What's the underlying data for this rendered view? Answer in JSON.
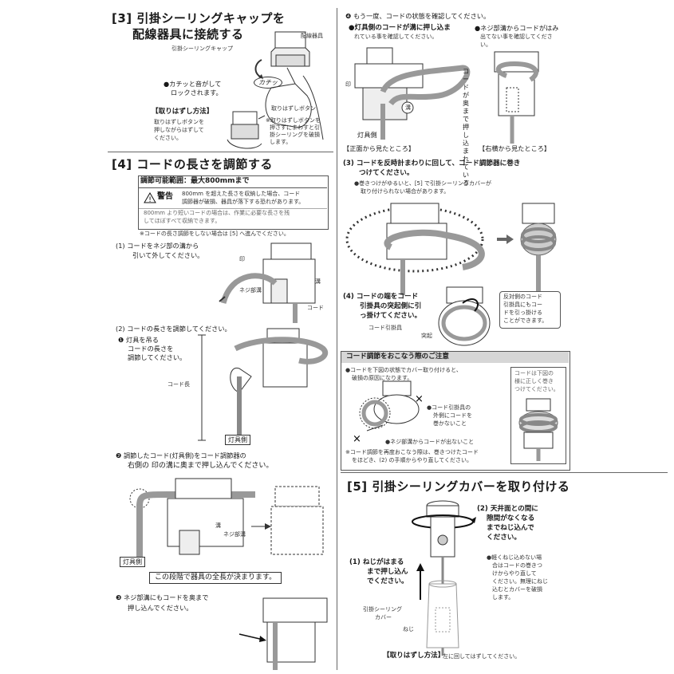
{
  "s3": {
    "title_line1": "[3] 引掛シーリングキャップを",
    "title_line2": "配線器具に接続する",
    "label_fixture": "配線器具",
    "label_cap": "引掛シーリングキャップ",
    "click_sound": "カチッ",
    "note_click_1": "●カチッと音がして",
    "note_click_2": "ロックされます。",
    "remove_title": "【取りはずし方法】",
    "remove_1": "取りはずしボタンを",
    "remove_2": "押しながらはずして",
    "remove_3": "ください。",
    "remove_button": "取りはずしボタン",
    "remove_warn_1": "※取りはずしボタンを",
    "remove_warn_2": "押さずにまわすと引",
    "remove_warn_3": "掛シーリングを破損",
    "remove_warn_4": "します。"
  },
  "s4": {
    "title": "[4] コードの長さを調節する",
    "range_label": "調節可能範囲：最大800mmまで",
    "warning_word": "警告",
    "warning_1": "800mm を超えた長さを収納した場合、コード",
    "warning_2": "調節器が破損、器具が落下する恐れがあります。",
    "caution_1": "800mm より短いコードの場合は、作業に必要な長さを残",
    "caution_2": "してほぼすべて収納できます。",
    "skip_note": "※コードの長さ調節をしない場合は [5] へ進んでください。",
    "step1_1": "(1) コードをネジ部の溝から",
    "step1_2": "引いて外してください。",
    "mark_label": "印",
    "groove_label": "溝",
    "screw_groove_label": "ネジ部溝",
    "cord_label": "コード",
    "step2": "(2) コードの長さを調節してください。",
    "step2a_1": "❶ 灯具を吊る",
    "step2a_2": "コードの長さを",
    "step2a_3": "調節してください。",
    "cord_length": "コード長",
    "lamp_side": "灯具側",
    "step2b_1": "❷ 調節したコード(灯具側)をコード調節器の",
    "step2b_2": "右側の 印の溝に奥まで押し込んでください。",
    "groove_label2": "溝",
    "screw_groove_label2": "ネジ部溝",
    "lamp_side2": "灯具側",
    "length_fixed": "この段階で器具の全長が決まります。",
    "step2c_1": "❸ ネジ部溝にもコードを奥まで",
    "step2c_2": "押し込んでください。"
  },
  "r": {
    "step4_check": "❹ もう一度、コードの状態を確認してください。",
    "front_1": "●灯具側のコードが溝に押し込ま",
    "front_2": "れている事を確認してください。",
    "side_1": "●ネジ部溝からコードがはみ",
    "side_2": "出てない事を確認してくださ",
    "side_3": "い。",
    "mark_label": "印",
    "groove_label": "溝",
    "lamp_side": "灯具側",
    "vertical_note": "コードが奥まで押し込まれている",
    "front_view": "【正面から見たところ】",
    "side_view": "【右横から見たところ】",
    "step3_1": "(3) コードを反時計まわりに回して、コード調節器に巻き",
    "step3_2": "つけてください。",
    "step3_note_1": "●巻きつけがゆるいと、[5] で引掛シーリングカバーが",
    "step3_note_2": "取り付けられない場合があります。",
    "step4_1": "(4) コードの端をコード",
    "step4_2": "引掛具の突起側に引",
    "step4_3": "っ掛けてください。",
    "hook_label": "コード引掛具",
    "protrusion_label": "突起",
    "opposite_1": "反対側のコード",
    "opposite_2": "引掛具にもコー",
    "opposite_3": "ドを引っ掛ける",
    "opposite_4": "ことができます。",
    "caution_title": "コード調節をおこなう際のご注意",
    "caution_1": "●コードを下図の状態でカバー取り付けると、",
    "caution_2": "破損の原因になります。",
    "correct_1": "コードは下図の",
    "correct_2": "様に正しく巻き",
    "correct_3": "つけてください。",
    "bad_1_a": "●コード引掛具の",
    "bad_1_b": "外側にコードを",
    "bad_1_c": "巻かないこと",
    "bad_2": "●ネジ部溝からコードが出ないこと",
    "redo_1": "※コード調節を再度おこなう際は、巻きつけたコード",
    "redo_2": "をほどき、(2) の手順からやり直してください。"
  },
  "s5": {
    "title": "[5] 引掛シーリングカバーを取り付ける",
    "step2_1": "(2) 天井面との間に",
    "step2_2": "隙間がなくなる",
    "step2_3": "までねじ込んで",
    "step2_4": "ください。",
    "step1_1": "(1) ねじがはまる",
    "step1_2": "まで押し込ん",
    "step1_3": "でください。",
    "hard_1": "●軽くねじ込めない場",
    "hard_2": "合はコードの巻きつ",
    "hard_3": "けからやり直して",
    "hard_4": "ください。無理にねじ",
    "hard_5": "込むとカバーを破損",
    "hard_6": "します。",
    "cover_label_1": "引掛シーリング",
    "cover_label_2": "カバー",
    "screw_label": "ねじ",
    "remove_title": "【取りはずし方法】",
    "remove_text": "左に回してはずしてください。"
  }
}
